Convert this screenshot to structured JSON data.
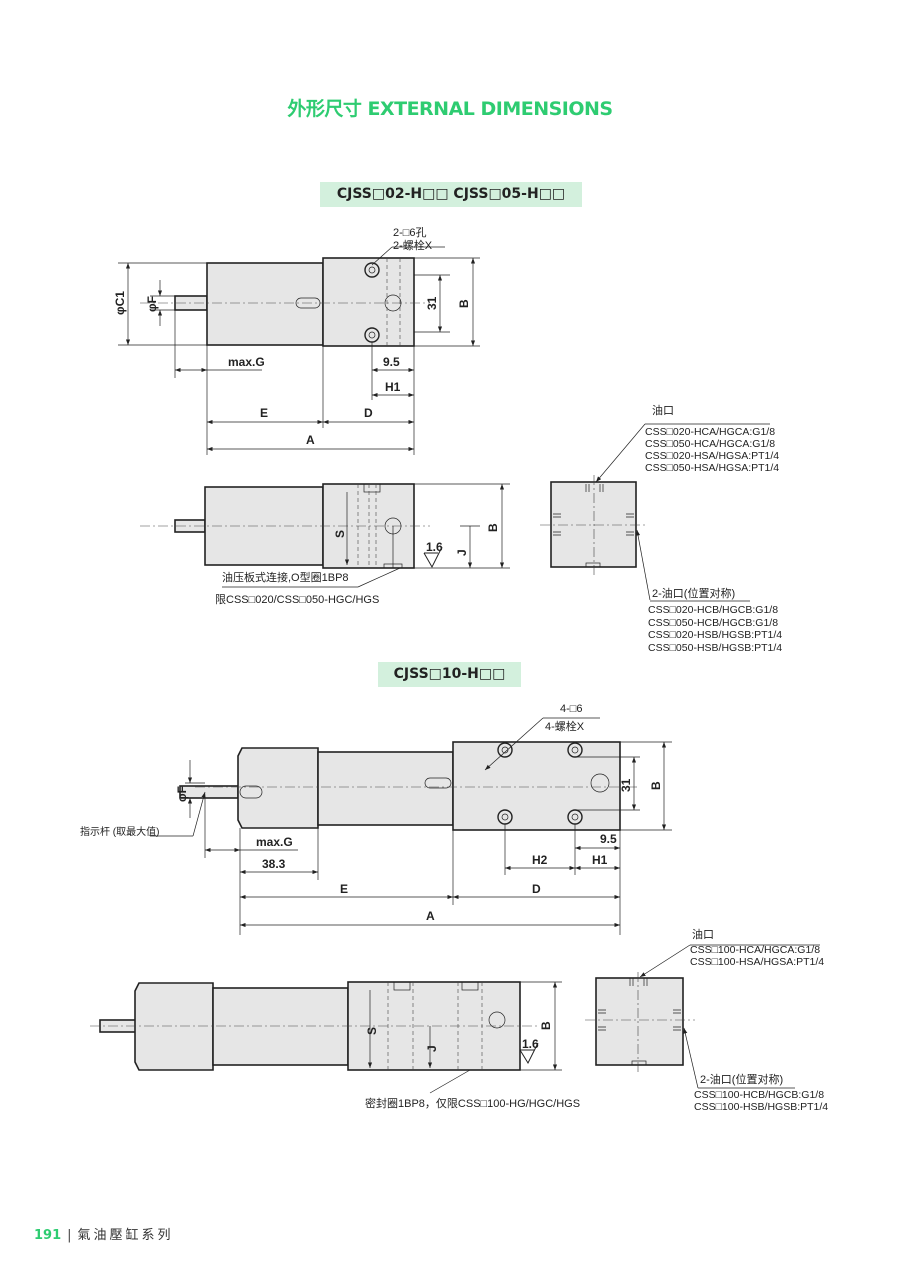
{
  "page_title": "外形尺寸 EXTERNAL DIMENSIONS",
  "section1": {
    "label": "CJSS□02-H□□  CJSS□05-H□□",
    "top_view": {
      "hole_note_1": "2-□6孔",
      "hole_note_2": "2-螺栓X",
      "dims": {
        "c1": "φC1",
        "f": "φF",
        "d31": "31",
        "b": "B",
        "maxg": "max.G",
        "d95": "9.5",
        "h1": "H1",
        "e": "E",
        "d": "D",
        "a": "A"
      }
    },
    "side_view": {
      "dims": {
        "s": "S",
        "j": "J",
        "b": "B",
        "roughness": "1.6"
      },
      "note_1": "油压板式连接,O型圈1BP8",
      "note_2": "限CSS□020/CSS□050-HGC/HGS"
    },
    "end_view": {
      "port_title": "油口",
      "port_lines": [
        "CSS□020-HCA/HGCA:G1/8",
        "CSS□050-HCA/HGCA:G1/8",
        "CSS□020-HSA/HGSA:PT1/4",
        "CSS□050-HSA/HGSA:PT1/4"
      ],
      "port2_title": "2-油口(位置对称)",
      "port2_lines": [
        "CSS□020-HCB/HGCB:G1/8",
        "CSS□050-HCB/HGCB:G1/8",
        "CSS□020-HSB/HGSB:PT1/4",
        "CSS□050-HSB/HGSB:PT1/4"
      ]
    }
  },
  "section2": {
    "label": "CJSS□10-H□□",
    "top_view": {
      "hole_note_1": "4-□6",
      "hole_note_2": "4-螺栓X",
      "indicator_note": "指示杆 (取最大值)",
      "dims": {
        "f": "φF",
        "d31": "31",
        "b": "B",
        "maxg": "max.G",
        "d383": "38.3",
        "d95": "9.5",
        "h2": "H2",
        "h1": "H1",
        "e": "E",
        "d": "D",
        "a": "A"
      }
    },
    "side_view": {
      "dims": {
        "s": "S",
        "j": "J",
        "b": "B",
        "roughness": "1.6"
      },
      "note": "密封圈1BP8，仅限CSS□100-HG/HGC/HGS"
    },
    "end_view": {
      "port_title": "油口",
      "port_lines": [
        "CSS□100-HCA/HGCA:G1/8",
        "CSS□100-HSA/HGSA:PT1/4"
      ],
      "port2_title": "2-油口(位置对称)",
      "port2_lines": [
        "CSS□100-HCB/HGCB:G1/8",
        "CSS□100-HSB/HGSB:PT1/4"
      ]
    }
  },
  "footer": {
    "page_number": "191",
    "series": "氣油壓缸系列"
  },
  "colors": {
    "accent": "#2ecc71",
    "section_bg": "#d3f0dd",
    "part_fill": "#e6e6e6"
  }
}
